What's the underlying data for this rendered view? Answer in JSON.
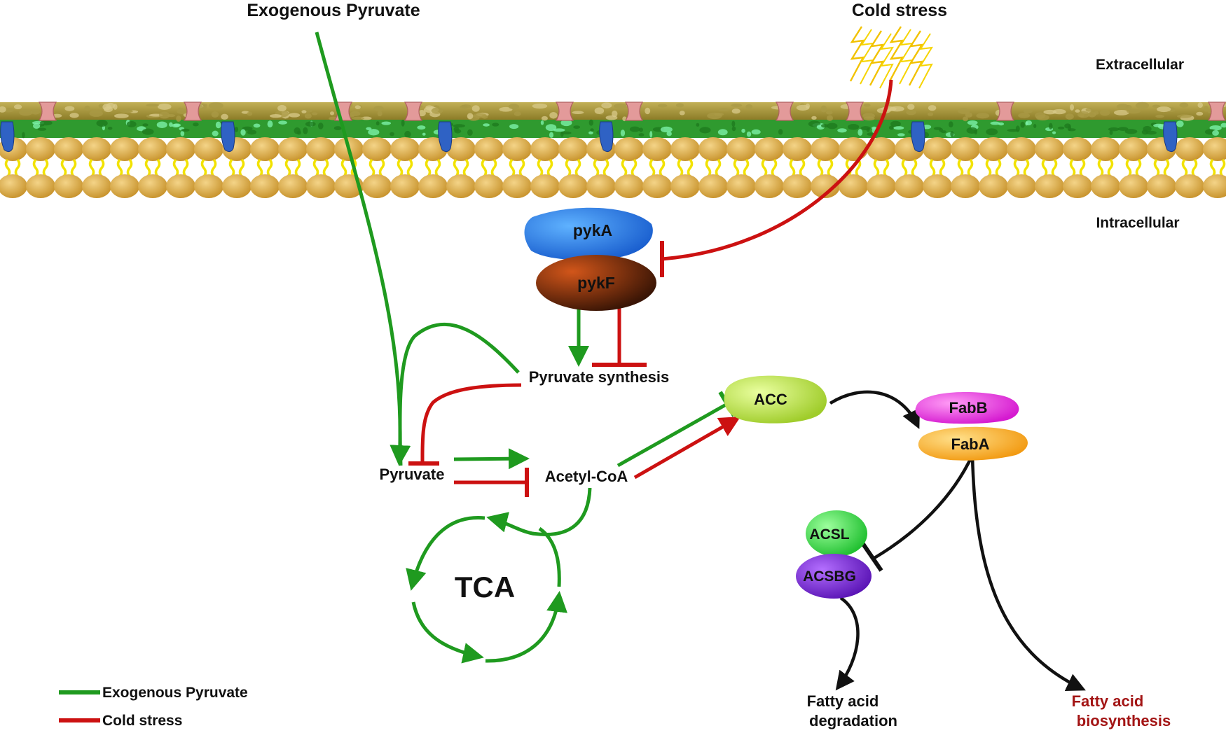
{
  "labels": {
    "exogenous_pyruvate": "Exogenous Pyruvate",
    "cold_stress": "Cold stress",
    "extracellular": "Extracellular",
    "intracellular": "Intracellular",
    "pyruvate_synthesis": "Pyruvate synthesis",
    "pyruvate": "Pyruvate",
    "acetyl_coa": "Acetyl-CoA",
    "tca": "TCA",
    "fatty_acid_degradation": [
      "Fatty acid",
      "degradation"
    ],
    "fatty_acid_biosynthesis": [
      "Fatty acid",
      "biosynthesis"
    ]
  },
  "enzymes": {
    "pyka": "pykA",
    "pykf": "pykF",
    "acc": "ACC",
    "fabb": "FabB",
    "faba": "FabA",
    "acsl": "ACSL",
    "acsbg": "ACSBG"
  },
  "legend": [
    {
      "label": "Exogenous Pyruvate",
      "color": "#1f9a1f"
    },
    {
      "label": "Cold stress",
      "color": "#cc1111"
    }
  ],
  "colors": {
    "activation": "#1f9a1f",
    "inhibition": "#cc1111",
    "neutral": "#111111",
    "biosynthesis_text": "#a31515"
  }
}
